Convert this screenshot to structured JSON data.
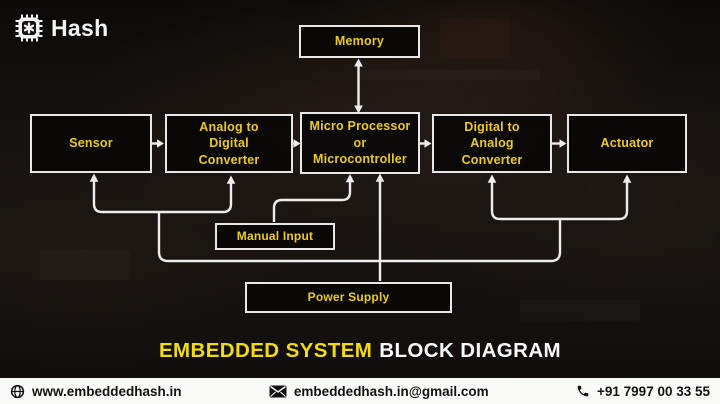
{
  "colors": {
    "accent_yellow": "#EDCB1A",
    "title_yellow": "#F2DB12",
    "line_white": "#EDEDED",
    "box_border": "#E8E8E8",
    "footer_bg": "#FAFAF8",
    "footer_text": "#121212"
  },
  "logo": {
    "name": "Hash",
    "icon": "chip-icon"
  },
  "diagram": {
    "blocks": {
      "memory": "Memory",
      "sensor": "Sensor",
      "adc": "Analog to\nDigital\nConverter",
      "mcu": "Micro Processor\nor\nMicrocontroller",
      "dac": "Digital to\nAnalog\nConverter",
      "actuator": "Actuator",
      "manual_input": "Manual Input",
      "power_supply": "Power Supply"
    },
    "connections": [
      "Sensor → Analog to Digital Converter",
      "Analog to Digital Converter → Micro Processor or Microcontroller",
      "Micro Processor or Microcontroller → Digital to Analog Converter",
      "Digital to Analog Converter → Actuator",
      "Memory ↔ Micro Processor or Microcontroller",
      "Manual Input → Micro Processor or Microcontroller",
      "Power Supply → Micro Processor or Microcontroller",
      "Power Supply → Sensor",
      "Power Supply → Analog to Digital Converter",
      "Power Supply → Digital to Analog Converter",
      "Power Supply → Actuator"
    ]
  },
  "title": {
    "highlight": "EMBEDDED SYSTEM",
    "rest": "BLOCK DIAGRAM"
  },
  "footer": {
    "website": "www.embeddedhash.in",
    "email": "embeddedhash.in@gmail.com",
    "phone": "+91 7997 00 33 55"
  }
}
